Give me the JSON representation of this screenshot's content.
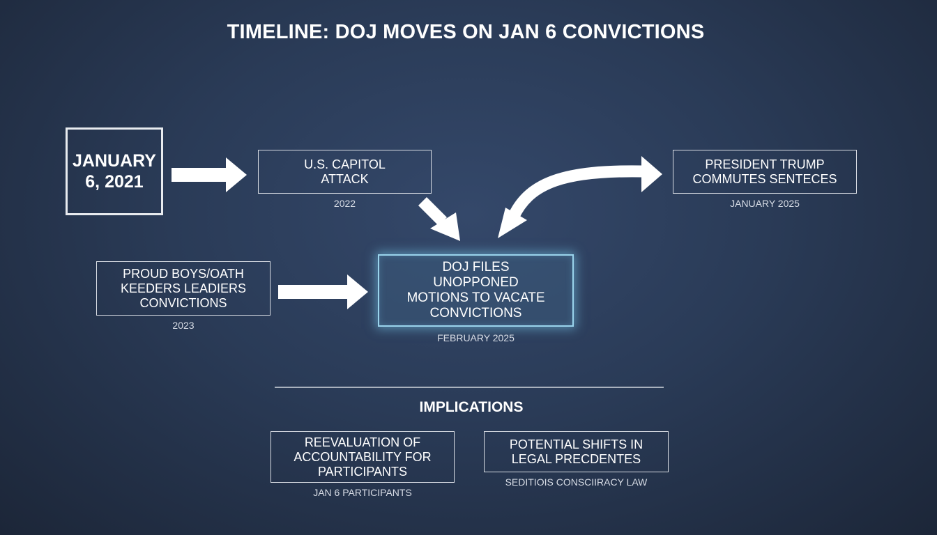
{
  "title": "TIMELINE: DOJ MOVES ON JAN 6 CONVICTIONS",
  "events": {
    "start": {
      "label": "JANUARY\n6, 2021"
    },
    "capitol": {
      "label": "U.S. CAPITOL\nATTACK",
      "date": "2022"
    },
    "trump": {
      "label": "PRESIDENT TRUMP\nCOMMUTES SENTECES",
      "date": "JANUARY 2025"
    },
    "proud_boys": {
      "label": "PROUD BOYS/OATH\nKEEDERS LEADIERS\nCONVICTIONS",
      "date": "2023"
    },
    "doj": {
      "label": "DOJ FILES\nUNOPPONED\nMOTIONS TO VACATE\nCONVICTIONS",
      "date": "FEBRUARY 2025"
    }
  },
  "implications": {
    "title": "IMPLICATIONS",
    "items": [
      {
        "label": "REEVALUATION OF\nACCOUNTABILITY FOR\nPARTICIPANTS",
        "caption": "JAN 6 PARTICIPANTS"
      },
      {
        "label": "POTENTIAL SHIFTS IN\nLEGAL PRECDENTES",
        "caption": "SEDITIOIS CONSCIIRACY LAW"
      }
    ]
  },
  "colors": {
    "arrow": "#ffffff",
    "highlight": "#9ad4ec",
    "background": "#2a3b57"
  }
}
